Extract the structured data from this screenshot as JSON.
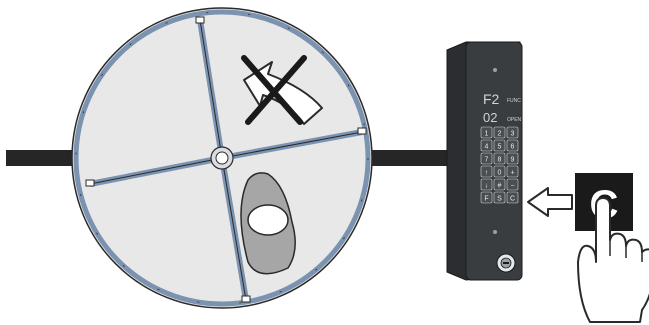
{
  "colors": {
    "drum": "#e8e8e8",
    "rim": "#7b93b0",
    "floor_bar": "#262626",
    "housing": "#3a3d40",
    "housing_dark": "#2b2d30",
    "display_text": "#cfd3d6",
    "key_text": "#e6e9ec",
    "card_black": "#1a1a1a"
  },
  "icons": {
    "no_pass_arrow": "crossed-arrow-icon",
    "person": "person-top-view-icon",
    "push_arrow": "arrow-left-icon",
    "hand": "pointing-hand-icon",
    "key_lock": "key-lock-icon"
  },
  "keypad": {
    "display_line1": "F2",
    "display_line1_side": "FUNC",
    "display_line2": "02",
    "display_line2_side": "OPEN",
    "keys": [
      [
        "1",
        "2",
        "3"
      ],
      [
        "4",
        "5",
        "6"
      ],
      [
        "7",
        "8",
        "9"
      ],
      [
        "↑",
        "0",
        "+"
      ],
      [
        "↓",
        "#",
        "−"
      ],
      [
        "F",
        "S",
        "C"
      ]
    ]
  },
  "card": {
    "letter": "C"
  }
}
